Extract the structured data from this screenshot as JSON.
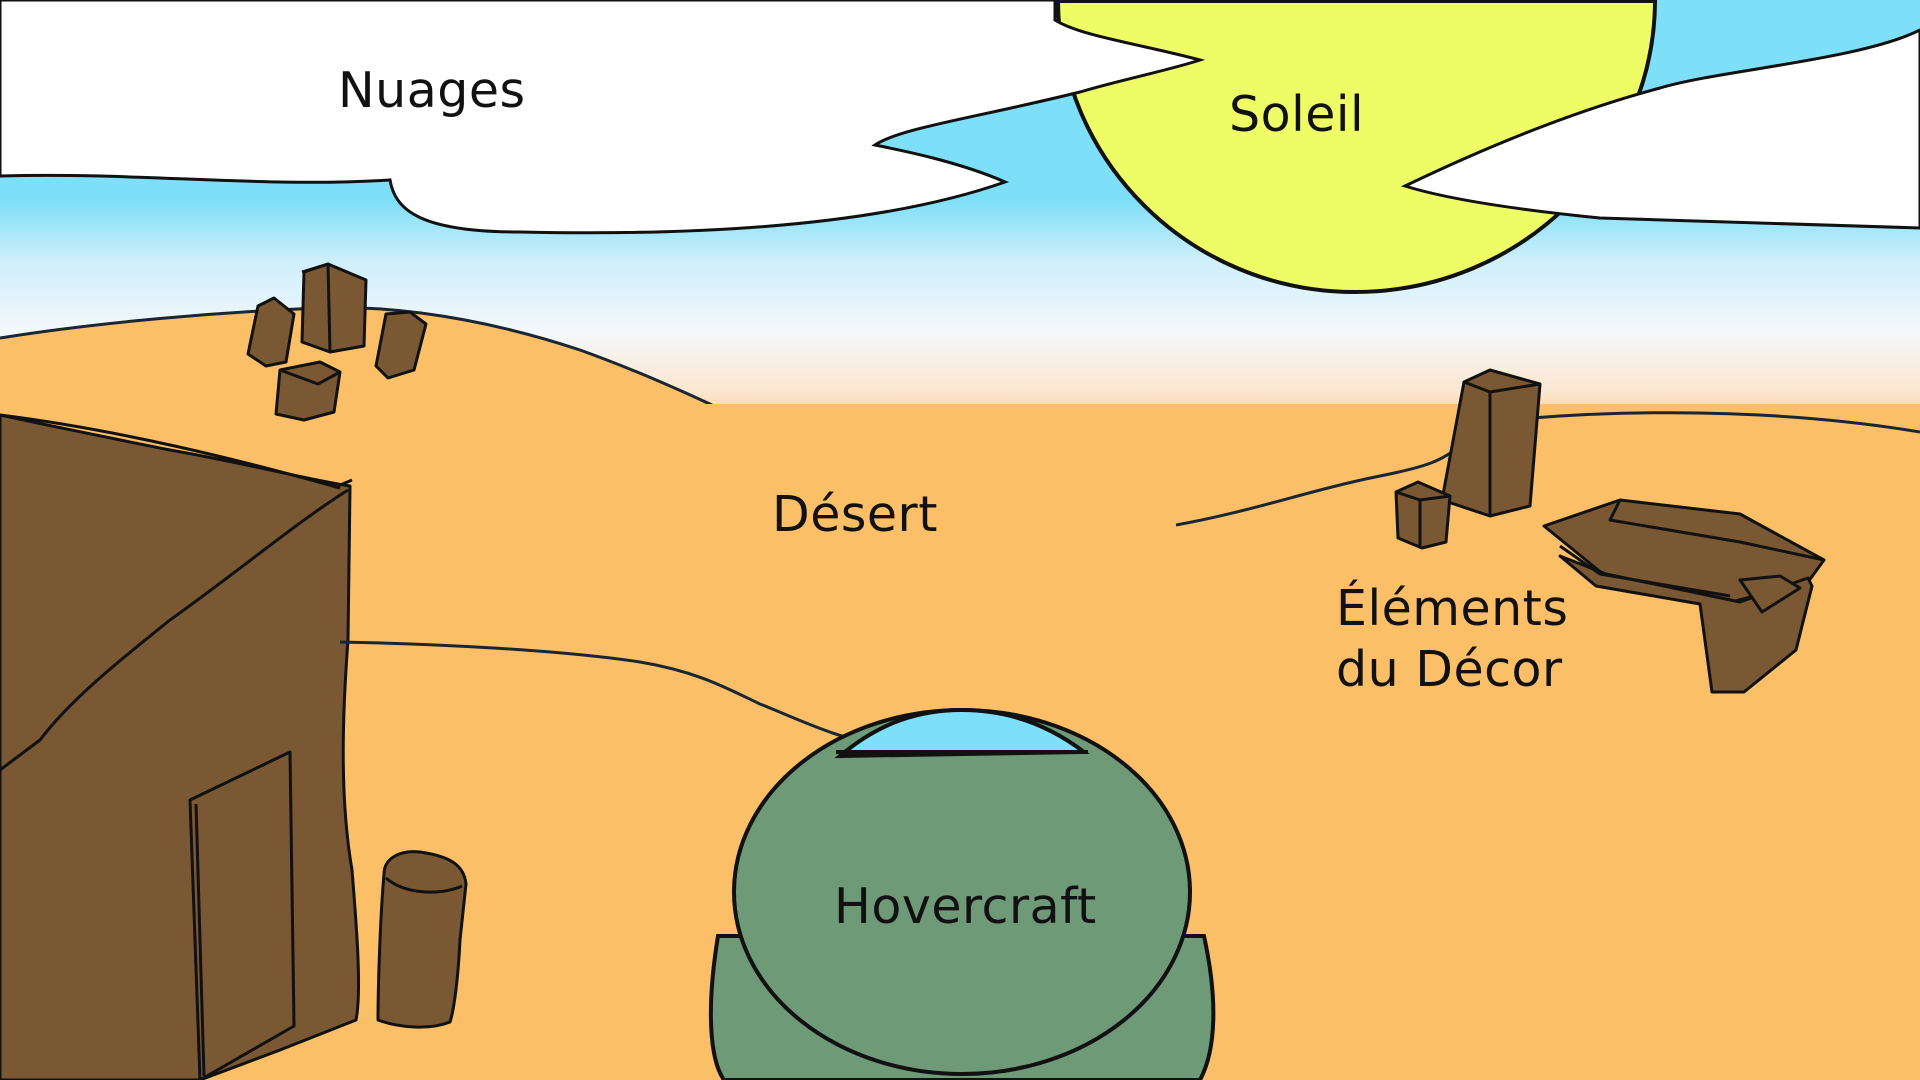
{
  "scene": {
    "labels": {
      "clouds": "Nuages",
      "sun": "Soleil",
      "desert": "Désert",
      "decor_line1": "Éléments",
      "decor_line2": "du Décor",
      "hovercraft": "Hovercraft"
    },
    "colors": {
      "sky": "#7ddff8",
      "sun": "#eefc66",
      "sand": "#fbbf67",
      "rock": "#7a5833",
      "hovercraft": "#6e9a78",
      "cloud": "#ffffff",
      "outline": "#111111"
    }
  }
}
